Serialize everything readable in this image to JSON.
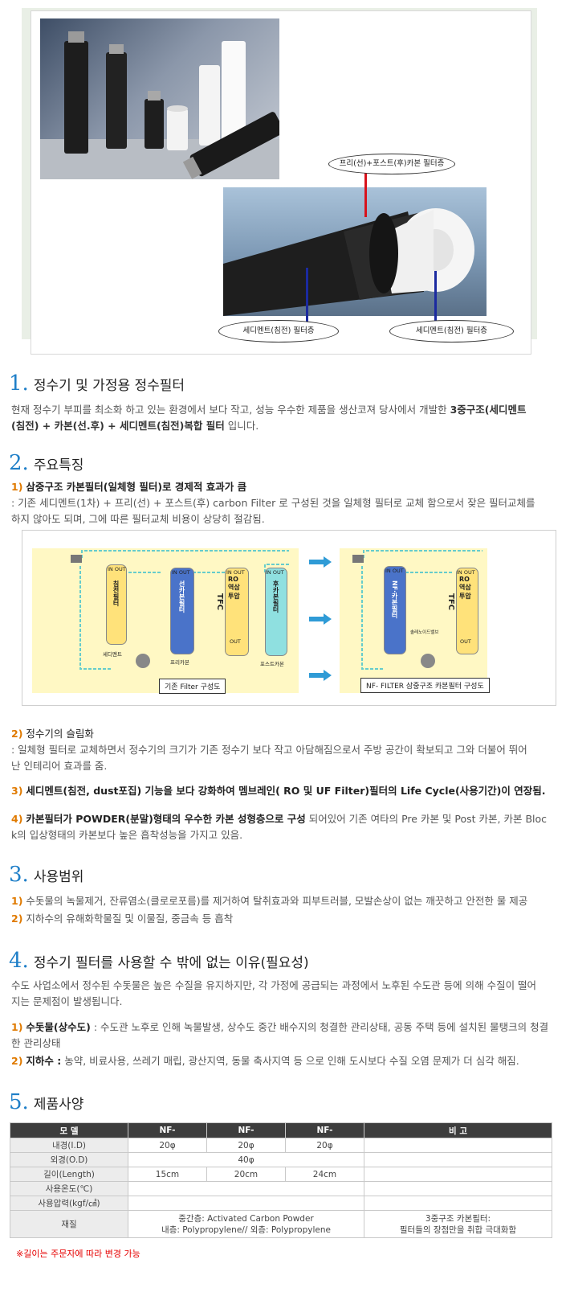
{
  "hero": {
    "callout_top": "프리(선)+포스트(후)카본 필터층",
    "callout_left": "세디멘트(침전) 필터층",
    "callout_right": "세디멘트(침전) 필터층"
  },
  "section1": {
    "number": "1.",
    "title": "정수기 및 가정용 정수필터",
    "body_line1_a": "현재 정수기 부피를 최소화 하고 있는 환경에서 보다 작고, 성능 우수한 제품을 생산코져 당사에서 개발한 ",
    "body_line1_b": "3중구조(세디멘트",
    "body_line2_a": "(침전) + 카본(선.후) + 세디멘트(침전)복합 필터",
    "body_line2_b": " 입니다."
  },
  "section2": {
    "number": "2.",
    "title": "주요특징",
    "f1_num": "1)",
    "f1_head": "삼중구조 카본필터(일체형 필터)로 경제적 효과가 큼",
    "f1_line1": ": 기존 세디멘트(1차) + 프리(선) + 포스트(후) carbon Filter 로 구성된 것을 일체형 필터로 교체 함으로서 잦은 필터교체를",
    "f1_line2": "하지 않아도 되며, 그에 따른 필터교체 비용이 상당히 절감됨.",
    "f2_num": "2)",
    "f2_head": "정수기의 슬림화",
    "f2_line1": ": 일체형 필터로 교체하면서 정수기의 크기가 기존 정수기 보다 작고 아담해짐으로서 주방 공간이 확보되고 그와 더불어 뛰어",
    "f2_line2": "난 인테리어 효과를 줌.",
    "f3_num": "3)",
    "f3_head": "세디멘트(침전, dust포집) 기능을 보다 강화하여 멤브레인( RO 및 UF Filter)필터의 Life Cycle(사용기간)이 연장됨.",
    "f4_num": "4)",
    "f4_head": "카본필터가 POWDER(분말)형태의 우수한 카본 성형층으로 구성",
    "f4_line1_rest": " 되어있어 기존 여타의 Pre 카본 및 Post 카본, 카본 Bloc",
    "f4_line2": "k의 입상형태의 카본보다 높은 흡착성능을 가지고 있음."
  },
  "diagram": {
    "in_out": "IN  OUT",
    "out": "OUT",
    "tfc": "TFC",
    "ro_label": "RO역삼투압",
    "left_filters": [
      "침전필터",
      "선카본필터",
      "후카본필터"
    ],
    "left_captions": [
      "세디멘트",
      "프리카본",
      "포스트카본"
    ],
    "nf_label": "NF·카본필터",
    "valve": "솔레노이드밸브",
    "left_title": "기존  Filter 구성도",
    "right_title": "NF- FILTER 삼중구조 카본필터 구성도"
  },
  "section3": {
    "number": "3.",
    "title": "사용범위",
    "u1_num": "1)",
    "u1": " 수돗물의 녹물제거, 잔류염소(클로로포름)를 제거하여 탈취효과와 피부트러블, 모발손상이 없는 깨끗하고 안전한 물 제공",
    "u2_num": "2)",
    "u2": " 지하수의 유해화학물질 및 이물질, 중금속 등 흡착"
  },
  "section4": {
    "number": "4.",
    "title": "정수기 필터를 사용할 수 밖에 없는 이유(필요성)",
    "intro1": "수도 사업소에서 정수된 수돗물은 높은 수질을 유지하지만, 각 가정에 공급되는 과정에서 노후된 수도관 등에 의해 수질이 떨어",
    "intro2": "지는 문제점이 발생됩니다.",
    "r1_num": "1)",
    "r1_head": "수돗물(상수도)",
    "r1_line1": " : 수도관 노후로 인해 녹물발생, 상수도 중간 배수지의 청결한 관리상태, 공동 주택 등에 설치된 물탱크의 청결",
    "r1_line2": "한 관리상태",
    "r2_num": "2)",
    "r2_head": "지하수 :",
    "r2_rest": " 농약, 비료사용, 쓰레기 매립, 광산지역, 동물 축사지역 등 으로 인해 도시보다 수질 오염 문제가 더 심각 해짐."
  },
  "section5": {
    "number": "5.",
    "title": "제품사양",
    "headers": [
      "모    델",
      "NF-",
      "NF-",
      "NF-",
      "비    고"
    ],
    "rows": [
      {
        "label": "내경(I.D)",
        "c1": "20φ",
        "c2": "20φ",
        "c3": "20φ",
        "note": ""
      },
      {
        "label": "외경(O.D)",
        "merged": "40φ",
        "note": ""
      },
      {
        "label": "길이(Length)",
        "c1": "15cm",
        "c2": "20cm",
        "c3": "24cm",
        "note": ""
      },
      {
        "label": "사용온도(℃)",
        "merged": "",
        "note": ""
      },
      {
        "label": "사용압력(kgf/㎠)",
        "merged": "",
        "note": ""
      }
    ],
    "material_label": "재질",
    "material_line1": "중간층: Activated Carbon Powder",
    "material_line2": "내층: Polypropylene// 외층: Polypropylene",
    "material_note1": "3중구조 카본필터:",
    "material_note2": "필터들의 장점만을 취합 극대화함",
    "footnote": "※길이는 주문자에 따라 변경 가능"
  },
  "colors": {
    "accent_blue": "#1f7fc8",
    "accent_orange": "#e07a00",
    "table_header": "#3d3d3d",
    "footnote_red": "#e60000"
  }
}
